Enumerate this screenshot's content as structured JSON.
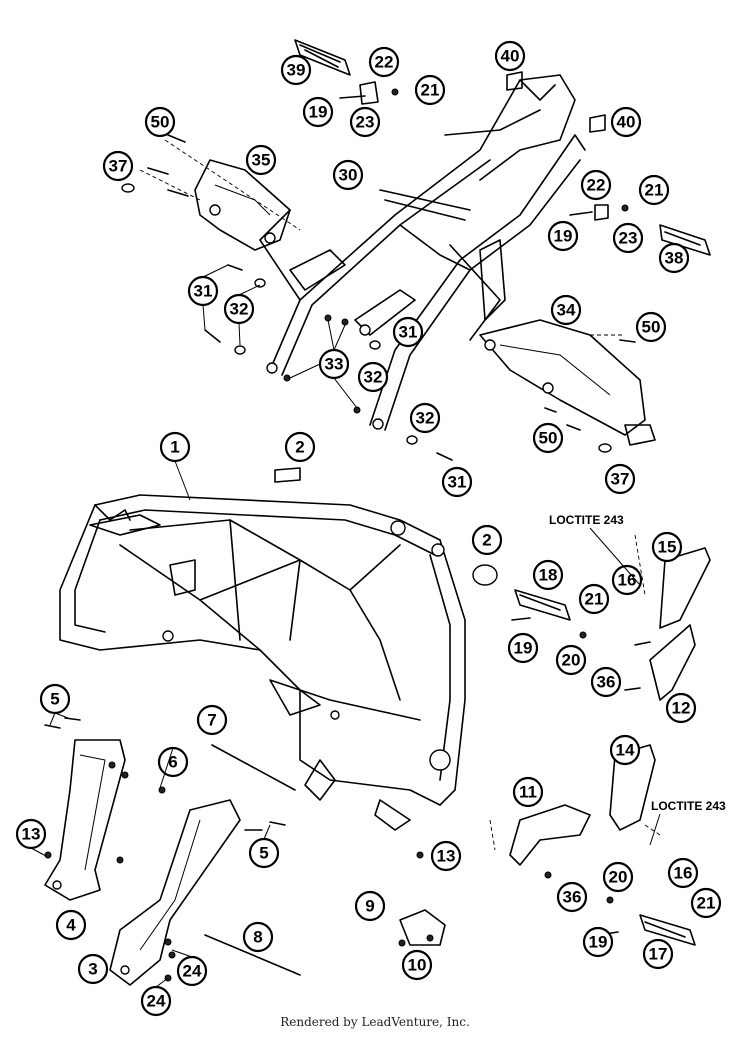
{
  "callouts": [
    {
      "label": "39"
    },
    {
      "label": "22"
    },
    {
      "label": "21"
    },
    {
      "label": "19"
    },
    {
      "label": "23"
    },
    {
      "label": "40"
    },
    {
      "label": "40"
    },
    {
      "label": "50"
    },
    {
      "label": "37"
    },
    {
      "label": "35"
    },
    {
      "label": "30"
    },
    {
      "label": "22"
    },
    {
      "label": "21"
    },
    {
      "label": "19"
    },
    {
      "label": "23"
    },
    {
      "label": "38"
    },
    {
      "label": "31"
    },
    {
      "label": "32"
    },
    {
      "label": "34"
    },
    {
      "label": "50"
    },
    {
      "label": "33"
    },
    {
      "label": "31"
    },
    {
      "label": "32"
    },
    {
      "label": "32"
    },
    {
      "label": "50"
    },
    {
      "label": "37"
    },
    {
      "label": "1"
    },
    {
      "label": "2"
    },
    {
      "label": "31"
    },
    {
      "label": "2"
    },
    {
      "label": "15"
    },
    {
      "label": "18"
    },
    {
      "label": "16"
    },
    {
      "label": "21"
    },
    {
      "label": "19"
    },
    {
      "label": "20"
    },
    {
      "label": "36"
    },
    {
      "label": "12"
    },
    {
      "label": "5"
    },
    {
      "label": "7"
    },
    {
      "label": "6"
    },
    {
      "label": "14"
    },
    {
      "label": "11"
    },
    {
      "label": "13"
    },
    {
      "label": "5"
    },
    {
      "label": "13"
    },
    {
      "label": "16"
    },
    {
      "label": "4"
    },
    {
      "label": "9"
    },
    {
      "label": "36"
    },
    {
      "label": "20"
    },
    {
      "label": "21"
    },
    {
      "label": "8"
    },
    {
      "label": "3"
    },
    {
      "label": "24"
    },
    {
      "label": "10"
    },
    {
      "label": "19"
    },
    {
      "label": "17"
    },
    {
      "label": "24"
    }
  ],
  "notes": {
    "loctite_upper": "LOCTITE 243",
    "loctite_lower": "LOCTITE 243"
  },
  "footer": "Rendered by LeadVenture, Inc."
}
